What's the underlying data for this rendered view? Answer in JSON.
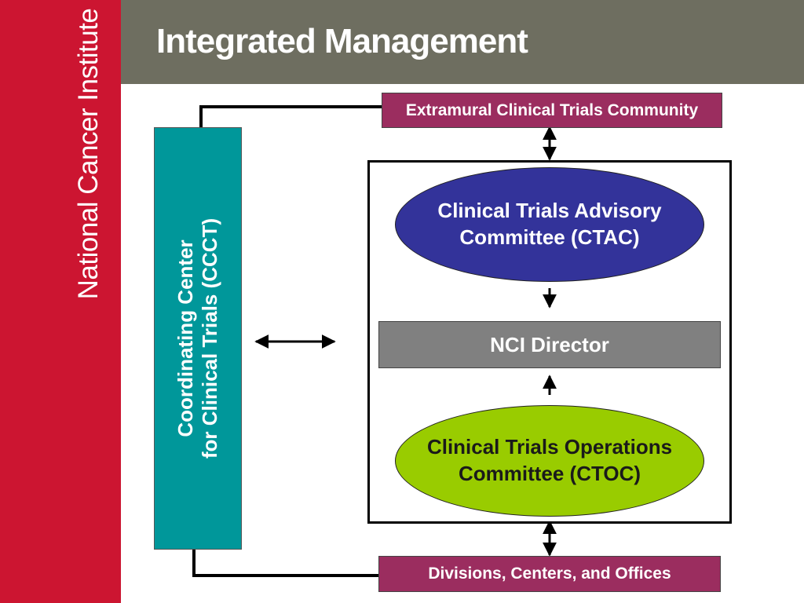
{
  "sidebar": {
    "institution": "National Cancer Institute"
  },
  "header": {
    "title": "Integrated Management"
  },
  "diagram": {
    "ccct": {
      "line1": "Coordinating Center",
      "line2": "for Clinical Trials (CCCT)"
    },
    "extramural": "Extramural Clinical Trials Community",
    "ctac": {
      "line1": "Clinical Trials Advisory",
      "line2": "Committee (CTAC)"
    },
    "director": "NCI Director",
    "ctoc": {
      "line1": "Clinical Trials Operations",
      "line2": "Committee (CTOC)"
    },
    "divisions": "Divisions, Centers, and Offices"
  },
  "colors": {
    "sidebar": "#cc1531",
    "header": "#6e6e60",
    "ccct": "#00979a",
    "extramural": "#9b2d5f",
    "divisions": "#9b2d5f",
    "ctac": "#33339a",
    "ctoc": "#99cc00",
    "director": "#808080"
  }
}
